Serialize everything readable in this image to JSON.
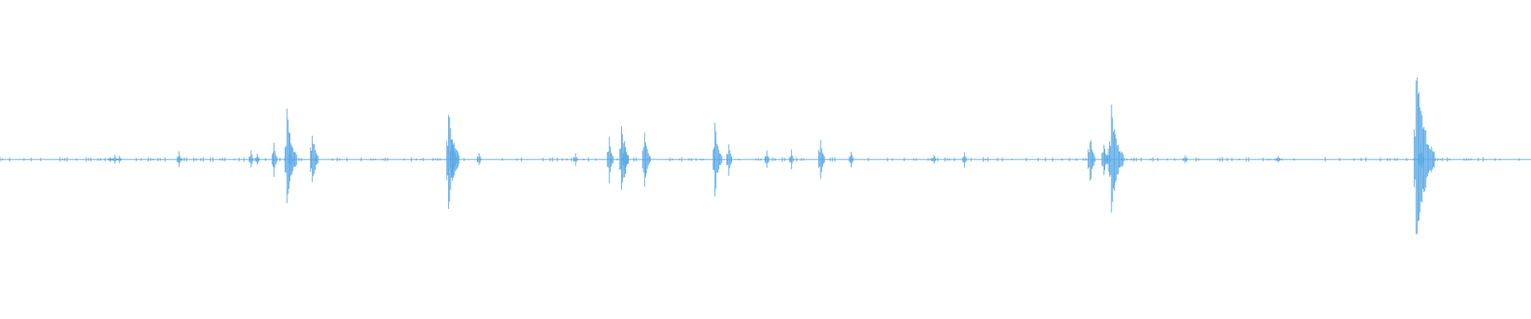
{
  "waveform": {
    "color": "#5aa9e6",
    "background": "#ffffff",
    "duration_fraction_events": [
      {
        "t": 0.072,
        "amp": 0.01
      },
      {
        "t": 0.075,
        "amp": 0.015
      },
      {
        "t": 0.078,
        "amp": 0.012
      },
      {
        "t": 0.117,
        "amp": 0.03
      },
      {
        "t": 0.164,
        "amp": 0.035
      },
      {
        "t": 0.168,
        "amp": 0.025
      },
      {
        "t": 0.179,
        "amp": 0.06
      },
      {
        "t": 0.1875,
        "amp": 0.17
      },
      {
        "t": 0.19,
        "amp": 0.05
      },
      {
        "t": 0.204,
        "amp": 0.11
      },
      {
        "t": 0.293,
        "amp": 0.18
      },
      {
        "t": 0.295,
        "amp": 0.09
      },
      {
        "t": 0.313,
        "amp": 0.025
      },
      {
        "t": 0.376,
        "amp": 0.02
      },
      {
        "t": 0.398,
        "amp": 0.08
      },
      {
        "t": 0.406,
        "amp": 0.12
      },
      {
        "t": 0.408,
        "amp": 0.07
      },
      {
        "t": 0.421,
        "amp": 0.11
      },
      {
        "t": 0.467,
        "amp": 0.12
      },
      {
        "t": 0.476,
        "amp": 0.06
      },
      {
        "t": 0.501,
        "amp": 0.04
      },
      {
        "t": 0.517,
        "amp": 0.03
      },
      {
        "t": 0.536,
        "amp": 0.08
      },
      {
        "t": 0.556,
        "amp": 0.035
      },
      {
        "t": 0.61,
        "amp": 0.02
      },
      {
        "t": 0.63,
        "amp": 0.025
      },
      {
        "t": 0.712,
        "amp": 0.09
      },
      {
        "t": 0.721,
        "amp": 0.07
      },
      {
        "t": 0.724,
        "amp": 0.05
      },
      {
        "t": 0.726,
        "amp": 0.19
      },
      {
        "t": 0.774,
        "amp": 0.015
      },
      {
        "t": 0.835,
        "amp": 0.015
      },
      {
        "t": 0.925,
        "amp": 0.3
      },
      {
        "t": 0.928,
        "amp": 0.06
      }
    ]
  }
}
